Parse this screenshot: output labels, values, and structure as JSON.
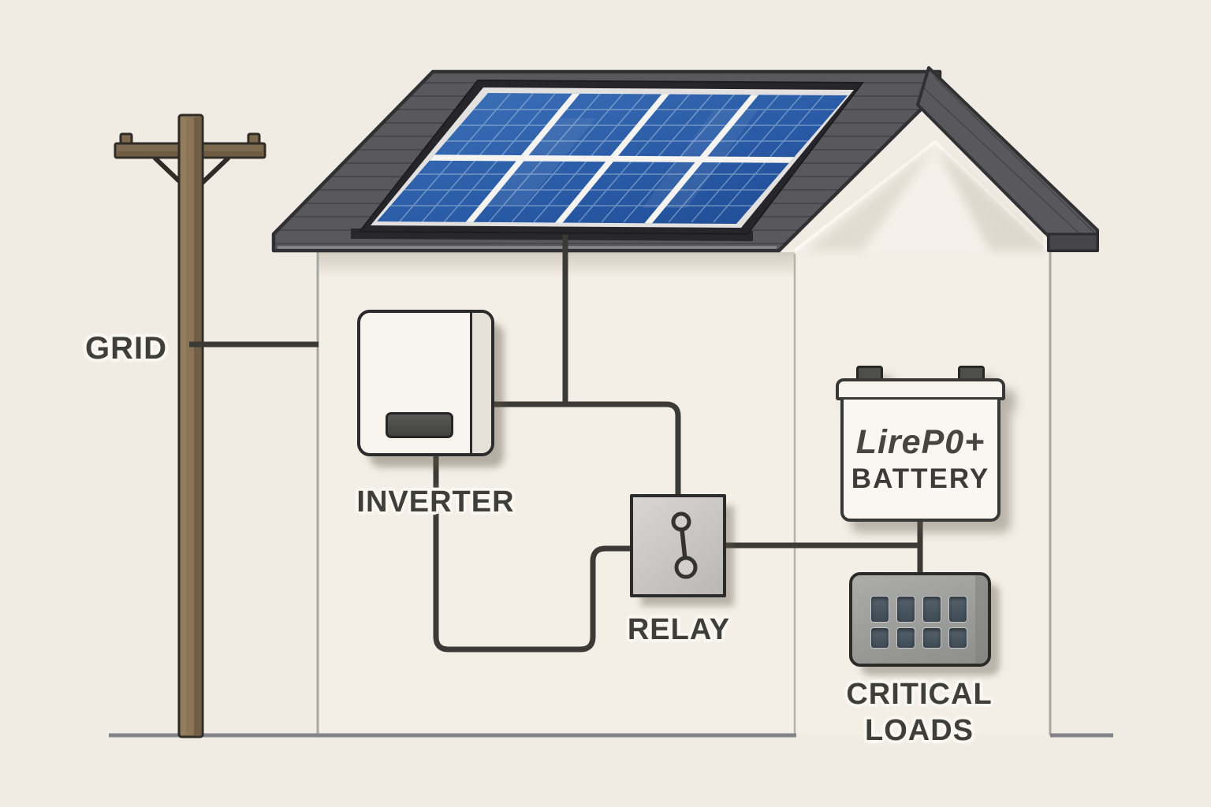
{
  "diagram": {
    "type": "solar-home-backup-power-system",
    "labels": {
      "grid": "GRID",
      "inverter": "INVERTER",
      "relay": "RELAY",
      "battery_brand": "LireP0+",
      "battery_word": "BATTERY",
      "critical_loads_line1": "CRITICAL",
      "critical_loads_line2": "LOADS"
    },
    "components": [
      {
        "id": "utility-pole",
        "label": "GRID"
      },
      {
        "id": "house",
        "label": ""
      },
      {
        "id": "solar-panel",
        "label": ""
      },
      {
        "id": "inverter",
        "label": "INVERTER"
      },
      {
        "id": "relay",
        "label": "RELAY"
      },
      {
        "id": "battery",
        "label": "LireP0+ BATTERY"
      },
      {
        "id": "critical-loads",
        "label": "CRITICAL LOADS"
      }
    ],
    "connections": [
      {
        "from": "utility-pole",
        "to": "house-wall",
        "note": "grid service drop"
      },
      {
        "from": "solar-panel",
        "to": "pv-junction"
      },
      {
        "from": "inverter-right",
        "to": "pv-junction"
      },
      {
        "from": "pv-junction",
        "to": "relay-top"
      },
      {
        "from": "inverter-bottom",
        "to": "relay-left"
      },
      {
        "from": "relay-right",
        "to": "battery-loads-junction"
      },
      {
        "from": "battery",
        "to": "battery-loads-junction"
      },
      {
        "from": "battery-loads-junction",
        "to": "critical-loads"
      }
    ],
    "colors": {
      "background": "#f1ece3",
      "roof": "#59595d",
      "roof_outline": "#313134",
      "panel_blue_light": "#3a6fb5",
      "panel_blue_dark": "#1f4e97",
      "wire": "#3b3a36",
      "pole_brown": "#8b7457",
      "label_text": "#3e3e3a",
      "component_outline": "#2b2b2b",
      "relay_fill": "#c9c7c3",
      "loads_fill": "#9b9b99",
      "switch_slot": "#46525c",
      "battery_fill": "#faf7f2"
    }
  }
}
